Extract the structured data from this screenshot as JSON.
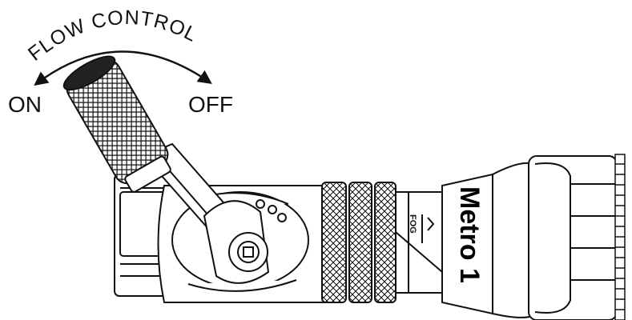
{
  "diagram": {
    "title_arc": "FLOW CONTROL",
    "left_label": "ON",
    "right_label": "OFF",
    "brand": "Metro 1",
    "fog_label": "FOG",
    "colors": {
      "line": "#111111",
      "fill": "#ffffff",
      "brand": "#000000"
    }
  }
}
